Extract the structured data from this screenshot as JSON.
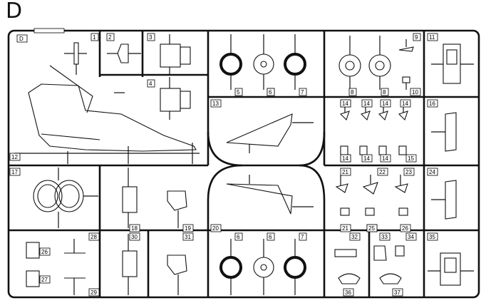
{
  "sprue": {
    "letter": "D",
    "corner_tag": "D",
    "parts": [
      {
        "n": "1"
      },
      {
        "n": "2"
      },
      {
        "n": "3"
      },
      {
        "n": "4"
      },
      {
        "n": "5"
      },
      {
        "n": "6"
      },
      {
        "n": "7"
      },
      {
        "n": "8"
      },
      {
        "n": "9"
      },
      {
        "n": "10"
      },
      {
        "n": "11"
      },
      {
        "n": "12"
      },
      {
        "n": "13"
      },
      {
        "n": "14"
      },
      {
        "n": "15"
      },
      {
        "n": "16"
      },
      {
        "n": "17"
      },
      {
        "n": "18"
      },
      {
        "n": "19"
      },
      {
        "n": "20"
      },
      {
        "n": "21"
      },
      {
        "n": "22"
      },
      {
        "n": "23"
      },
      {
        "n": "24"
      },
      {
        "n": "25"
      },
      {
        "n": "26"
      },
      {
        "n": "27"
      },
      {
        "n": "28"
      },
      {
        "n": "29"
      },
      {
        "n": "30"
      },
      {
        "n": "31"
      },
      {
        "n": "32"
      },
      {
        "n": "33"
      },
      {
        "n": "34"
      },
      {
        "n": "35"
      },
      {
        "n": "36"
      },
      {
        "n": "37"
      }
    ],
    "extra_labels": {
      "r1_6b": "6",
      "r1_8b": "8",
      "r2_14a": "14",
      "r2_14b": "14",
      "r2_14c": "14",
      "r2_14d": "14",
      "r2_14e": "14",
      "r3_14f": "14",
      "r3_14g": "14",
      "r3_14h": "14",
      "r4_21b": "21",
      "r4_25b": "25",
      "r4_26b": "26",
      "bot_6a": "6",
      "bot_6b": "6",
      "bot_7": "7"
    }
  }
}
